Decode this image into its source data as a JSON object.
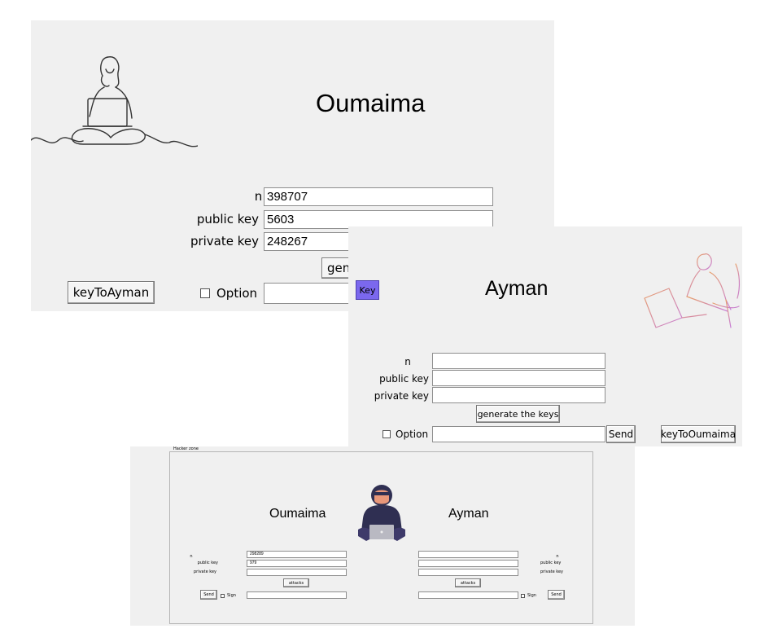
{
  "oumaima_window": {
    "title": "Oumaima",
    "fields": [
      {
        "label": "n",
        "value": "398707"
      },
      {
        "label": "public key",
        "value": "5603"
      },
      {
        "label": "private key",
        "value": "248267"
      }
    ],
    "generate_label_partial": "gen",
    "key_button": "keyToAyman",
    "option_label": "Option"
  },
  "ayman_window": {
    "title": "Ayman",
    "key_badge": "Key",
    "fields": [
      {
        "label": "n",
        "value": ""
      },
      {
        "label": "public key",
        "value": ""
      },
      {
        "label": "private key",
        "value": ""
      }
    ],
    "generate_label": "generate the keys",
    "option_label": "Option",
    "send_label": "Send",
    "key_button": "keyToOumaima",
    "accent_color": "#7b68ee"
  },
  "hacker_window": {
    "zone_label": "Hacker zone",
    "left": {
      "title": "Oumaima",
      "fields": [
        {
          "label": "n",
          "value": "298289"
        },
        {
          "label": "public key",
          "value": "979"
        },
        {
          "label": "private key",
          "value": ""
        }
      ],
      "attacks_label": "attacks",
      "send_label": "Send",
      "sign_label": "Sign"
    },
    "right": {
      "title": "Ayman",
      "fields": [
        {
          "label": "n",
          "value": ""
        },
        {
          "label": "public key",
          "value": ""
        },
        {
          "label": "private key",
          "value": ""
        }
      ],
      "attacks_label": "attacks",
      "sign_label": "Sign",
      "send_label": "Send"
    }
  }
}
